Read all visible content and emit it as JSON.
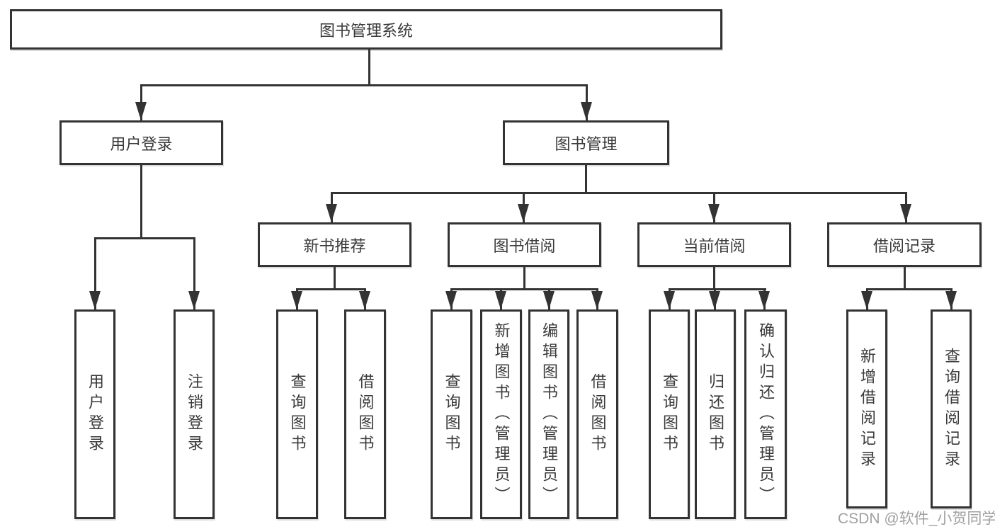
{
  "diagram": {
    "title_node": {
      "label": "图书管理系统"
    },
    "level2": [
      {
        "id": "user-login",
        "label": "用户登录"
      },
      {
        "id": "book-management",
        "label": "图书管理"
      }
    ],
    "level3": [
      {
        "id": "new-book-recommend",
        "label": "新书推荐"
      },
      {
        "id": "book-borrow",
        "label": "图书借阅"
      },
      {
        "id": "current-borrow",
        "label": "当前借阅"
      },
      {
        "id": "borrow-records",
        "label": "借阅记录"
      }
    ],
    "leaves": [
      {
        "parent": "user-login",
        "label": "用户登录"
      },
      {
        "parent": "user-login",
        "label": "注销登录"
      },
      {
        "parent": "new-book-recommend",
        "label": "查询图书"
      },
      {
        "parent": "new-book-recommend",
        "label": "借阅图书"
      },
      {
        "parent": "book-borrow",
        "label": "查询图书"
      },
      {
        "parent": "book-borrow",
        "label": "新增图书（管理员）"
      },
      {
        "parent": "book-borrow",
        "label": "编辑图书（管理员）"
      },
      {
        "parent": "book-borrow",
        "label": "借阅图书"
      },
      {
        "parent": "current-borrow",
        "label": "查询图书"
      },
      {
        "parent": "current-borrow",
        "label": "归还图书"
      },
      {
        "parent": "current-borrow",
        "label": "确认归还（管理员）"
      },
      {
        "parent": "borrow-records",
        "label": "新增借阅记录"
      },
      {
        "parent": "borrow-records",
        "label": "查询借阅记录"
      }
    ]
  },
  "watermark": {
    "text": "CSDN @软件_小贺同学"
  },
  "colors": {
    "line": "#333333",
    "box_background": "#ffffff",
    "text": "#3a3a3a",
    "watermark": "#a0a0a0"
  }
}
